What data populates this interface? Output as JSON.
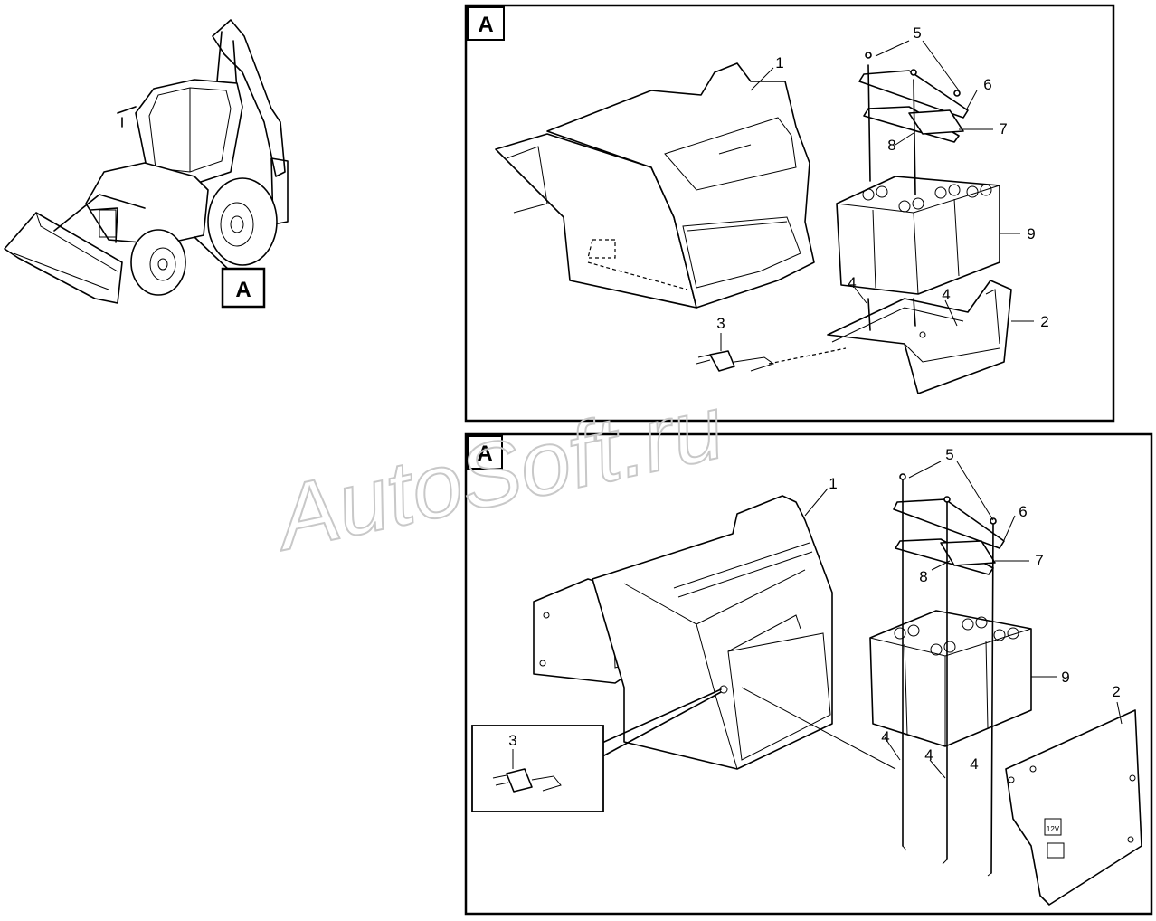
{
  "overview": {
    "view_label": "A"
  },
  "panel_top": {
    "tag": "A",
    "callouts": {
      "c1": "1",
      "c2": "2",
      "c3": "3",
      "c4a": "4",
      "c4b": "4",
      "c5": "5",
      "c6": "6",
      "c7": "7",
      "c8": "8",
      "c9": "9"
    }
  },
  "panel_bottom": {
    "tag": "A",
    "callouts": {
      "c1": "1",
      "c2": "2",
      "c3": "3",
      "c4a": "4",
      "c4b": "4",
      "c4c": "4",
      "c5": "5",
      "c6": "6",
      "c7": "7",
      "c8": "8",
      "c9": "9"
    },
    "cover_badge": "12V"
  },
  "watermark": "AutoSoft.ru"
}
